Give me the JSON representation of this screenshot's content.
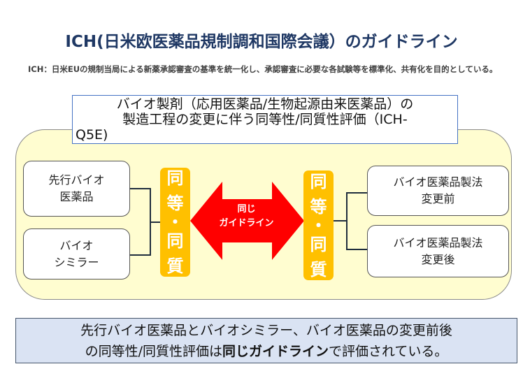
{
  "title": "ICH(日米欧医薬品規制調和国際会議）のガイドライン",
  "subtitle": "ICH：日米EUの規制当局による新薬承認審査の基準を統一化し、承認審査に必要な各試験等を標準化、共有化を目的としている。",
  "guideline_box": {
    "line1": "バイオ製剤（応用医薬品/生物起源由来医薬品）の",
    "line2": "製造工程の変更に伴う同等性/同質性評価（ICH-",
    "line3": "Q5E)"
  },
  "left_boxes": [
    {
      "line1": "先行バイオ",
      "line2": "医薬品"
    },
    {
      "line1": "バイオ",
      "line2": "シミラー"
    }
  ],
  "right_boxes": [
    {
      "line1": "バイオ医薬品製法",
      "line2": "変更前"
    },
    {
      "line1": "バイオ医薬品製法",
      "line2": "変更後"
    }
  ],
  "equivalence_label": [
    "同",
    "等",
    "・",
    "同",
    "質"
  ],
  "arrow": {
    "line1": "同じ",
    "line2": "ガイドライン"
  },
  "conclusion": {
    "line1": "先行バイオ医薬品とバイオシミラー、バイオ医薬品の変更前後",
    "part1": "の同等性/同質性評価は",
    "bold": "同じガイドライン",
    "part2": "で評価されている。"
  },
  "colors": {
    "title": "#1f3864",
    "panel": "#fffdd0",
    "bar": "#ffc000",
    "arrow": "#ff0000",
    "conclusion_bg": "#dae3f3"
  }
}
